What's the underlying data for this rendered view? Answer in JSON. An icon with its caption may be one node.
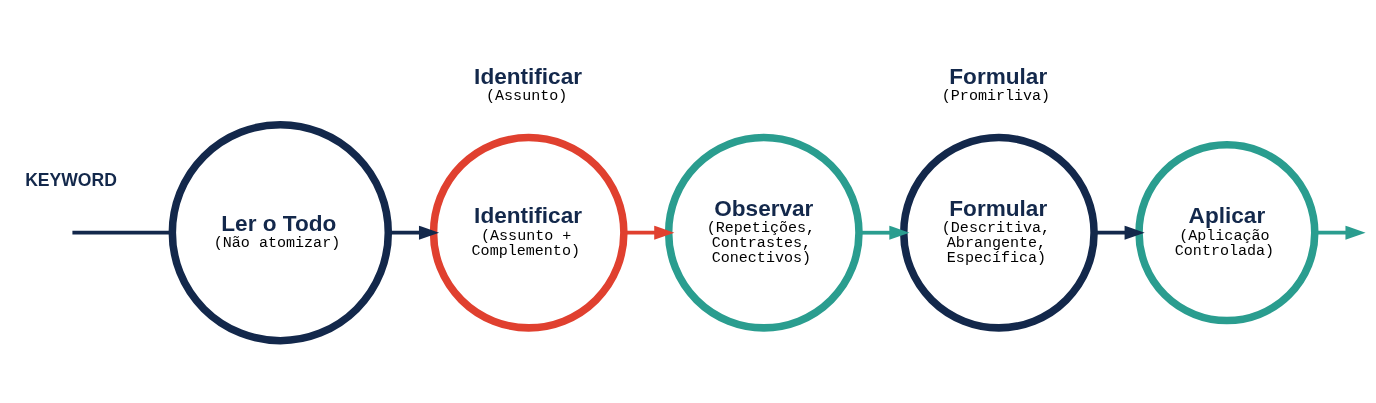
{
  "diagram": {
    "nodes": [
      {
        "text": [
          "Ler o Todo",
          "(Não atomizar)"
        ]
      },
      {
        "text": [
          "Identificar",
          "(Assunto + Complemento)"
        ],
        "beside": [
          "Identificar",
          "(Assunto)"
        ]
      },
      {
        "text": [
          "Observar",
          "(Repetições, Contrastes, Conectivos)"
        ]
      },
      {
        "text": [
          "Formular",
          "(Descritiva, Abrangente, Específica)"
        ],
        "beside": [
          "Formular",
          "(Promirliva)"
        ]
      },
      {
        "text": [
          "Aplicar",
          "(Aplicação Controlada)"
        ]
      }
    ],
    "edges": [
      {
        "from": null,
        "to": 0,
        "arrow": "none"
      },
      {
        "from": 0,
        "to": 1,
        "arrow": "to"
      },
      {
        "from": 1,
        "to": 2,
        "arrow": "to",
        "color": "#e0402f"
      },
      {
        "from": 2,
        "to": 3,
        "arrow": "to",
        "color": "#2a9d8f"
      },
      {
        "from": 3,
        "to": 4,
        "arrow": "to"
      },
      {
        "from": 4,
        "to": null,
        "arrow": "to",
        "color": "#2a9d8f"
      }
    ],
    "labels": [
      "KEYWORD"
    ]
  }
}
